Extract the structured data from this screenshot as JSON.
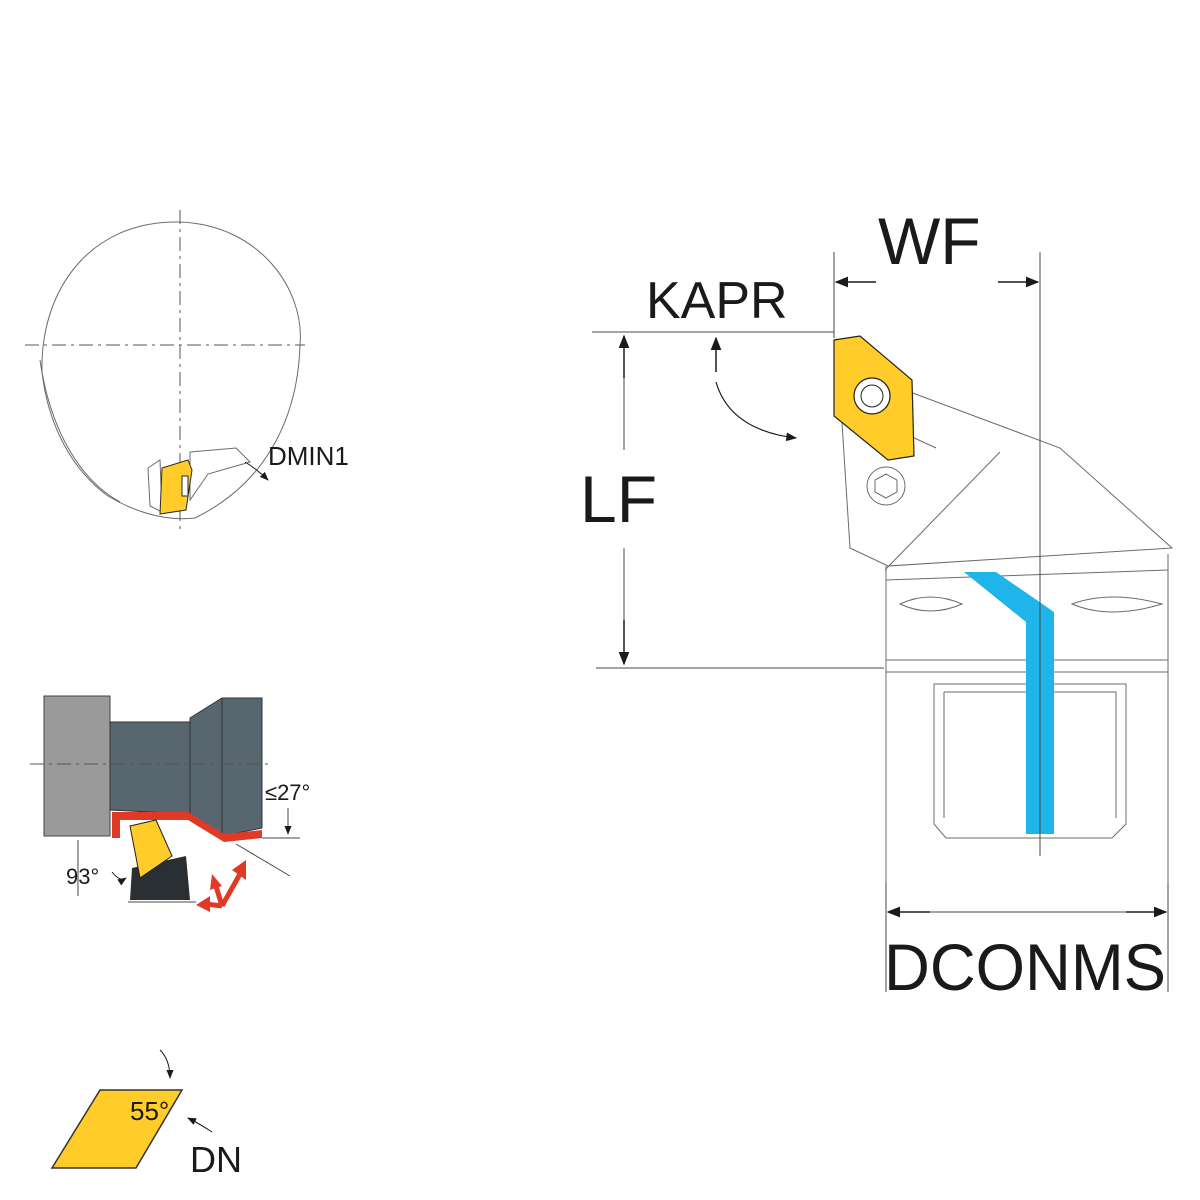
{
  "labels": {
    "wf": "WF",
    "kapr": "KAPR",
    "lf": "LF",
    "dconms": "DCONMS",
    "dmin1": "DMIN1",
    "max_angle": "≤27°",
    "approach_angle": "93°",
    "insert_angle": "55°",
    "dn": "DN"
  },
  "colors": {
    "insert": "#ffcc29",
    "coolant": "#1fb4ea",
    "feed_arrow": "#e03a26",
    "holder_dark": "#586670",
    "holder_grey": "#9a9a9a",
    "outline": "#6b6b6b"
  }
}
